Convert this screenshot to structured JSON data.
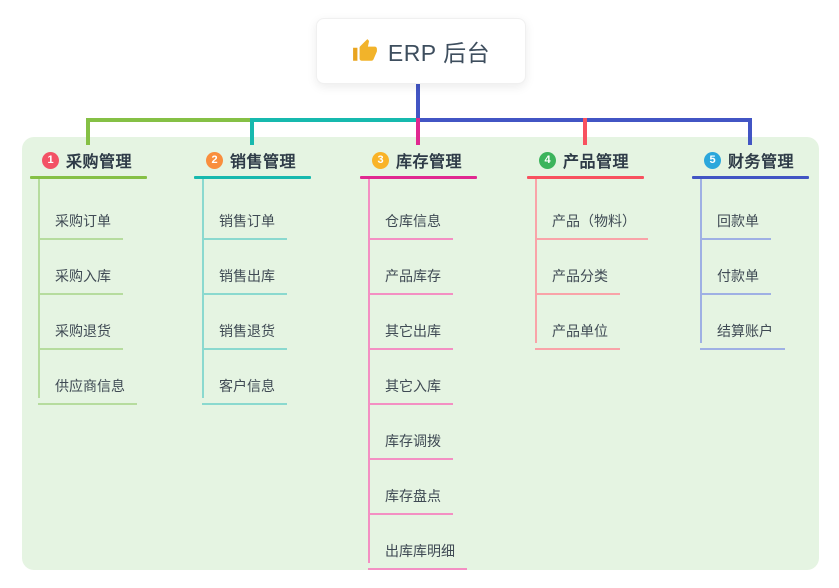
{
  "root": {
    "label": "ERP 后台",
    "icon": "thumbs-up"
  },
  "colors": {
    "trunk": "#4255c4",
    "panel_bg": "#e5f4e2",
    "thumb": "#f2b32a"
  },
  "branches": [
    {
      "num": "1",
      "label": "采购管理",
      "badge_color": "#f35265",
      "line_color": "#85c045",
      "child_line_color": "#b6dc9e",
      "children": [
        "采购订单",
        "采购入库",
        "采购退货",
        "供应商信息"
      ]
    },
    {
      "num": "2",
      "label": "销售管理",
      "badge_color": "#f98e3d",
      "line_color": "#17b9ae",
      "child_line_color": "#8ad9cf",
      "children": [
        "销售订单",
        "销售出库",
        "销售退货",
        "客户信息"
      ]
    },
    {
      "num": "3",
      "label": "库存管理",
      "badge_color": "#f9b327",
      "line_color": "#e02890",
      "child_line_color": "#f48fc3",
      "children": [
        "仓库信息",
        "产品库存",
        "其它出库",
        "其它入库",
        "库存调拨",
        "库存盘点",
        "出库库明细"
      ]
    },
    {
      "num": "4",
      "label": "产品管理",
      "badge_color": "#3cb45c",
      "line_color": "#f8515f",
      "child_line_color": "#f9a3a8",
      "children": [
        "产品（物料）",
        "产品分类",
        "产品单位"
      ]
    },
    {
      "num": "5",
      "label": "财务管理",
      "badge_color": "#2ba7dc",
      "line_color": "#4255c4",
      "child_line_color": "#9fb0e4",
      "children": [
        "回款单",
        "付款单",
        "结算账户"
      ]
    }
  ]
}
